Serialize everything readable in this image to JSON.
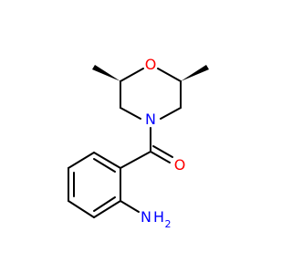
{
  "molecule": {
    "atoms": {
      "oxygen_ring": "O",
      "nitrogen_ring": "N",
      "oxygen_carbonyl": "O",
      "amine_N": "N",
      "amine_H": "H",
      "amine_H_sub": "2"
    },
    "colors": {
      "oxygen": "#ff0000",
      "nitrogen": "#0000ff",
      "bond": "#000000",
      "background": "#ffffff"
    }
  }
}
